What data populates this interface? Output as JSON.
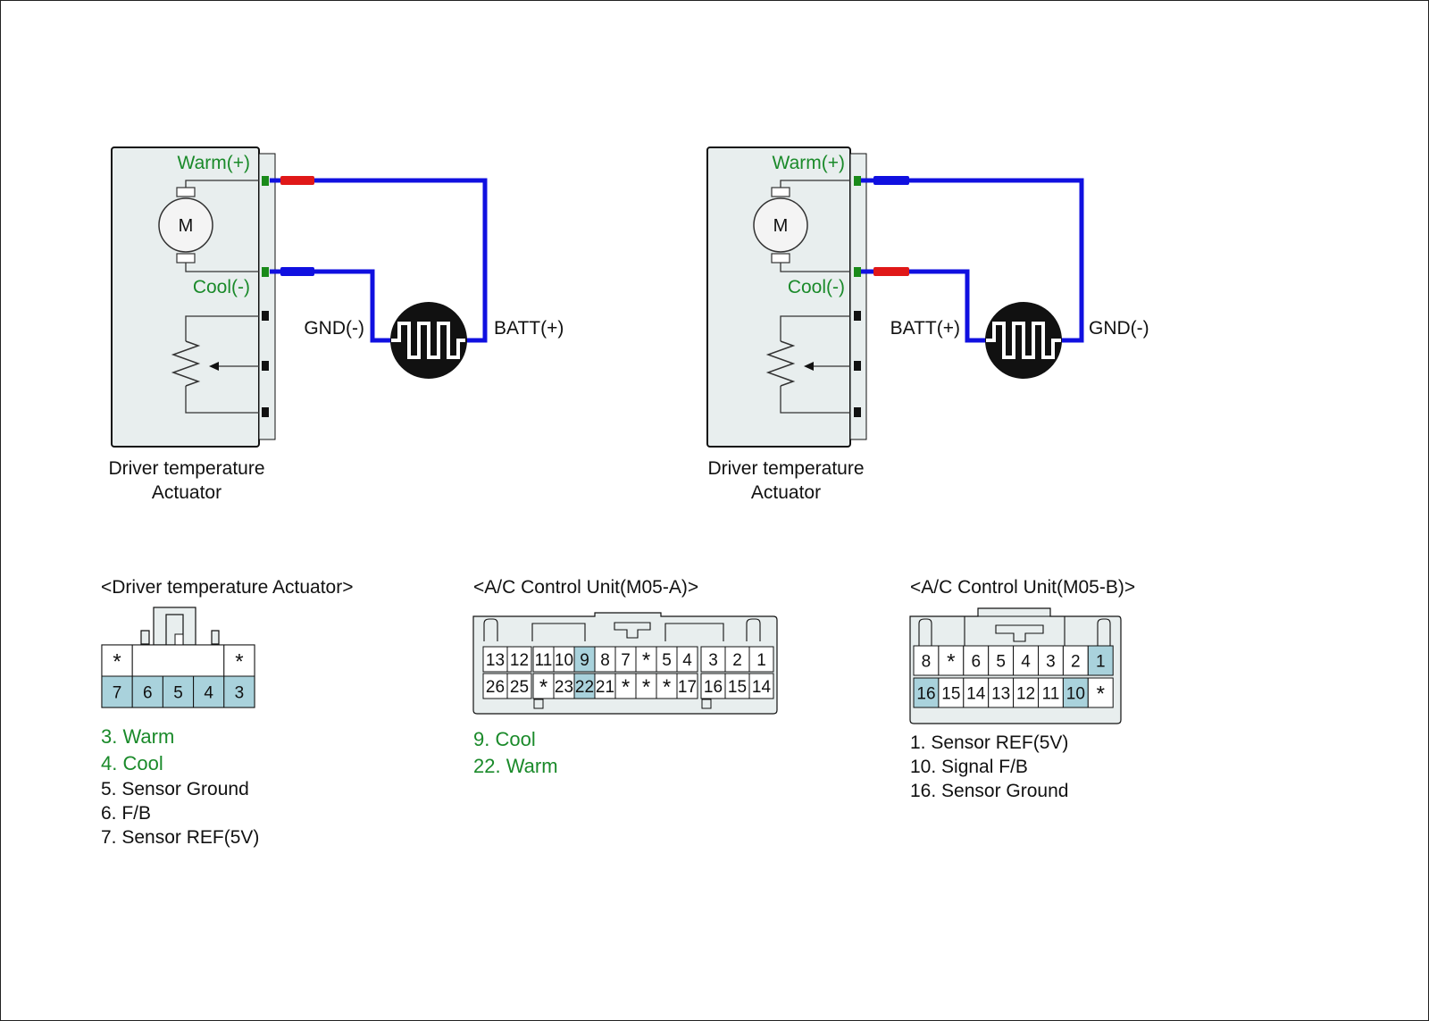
{
  "colors": {
    "wire": "#1010e0",
    "probe_red": "#e01818",
    "terminal_green": "#1a8a1a",
    "label_green": "#1a8a2a",
    "housing_fill": "#e8eeee",
    "pin_highlight": "#a9d2dc",
    "text": "#111111"
  },
  "circuits": [
    {
      "warm_label": "Warm(+)",
      "cool_label": "Cool(-)",
      "motor_label": "M",
      "left_supply_label": "GND(-)",
      "right_supply_label": "BATT(+)",
      "warm_probe_color": "red",
      "cool_probe_color": "blue",
      "caption_line1": "Driver temperature",
      "caption_line2": "Actuator"
    },
    {
      "warm_label": "Warm(+)",
      "cool_label": "Cool(-)",
      "motor_label": "M",
      "left_supply_label": "BATT(+)",
      "right_supply_label": "GND(-)",
      "warm_probe_color": "blue",
      "cool_probe_color": "red",
      "caption_line1": "Driver temperature",
      "caption_line2": "Actuator"
    }
  ],
  "connectors": {
    "actuator": {
      "title": "<Driver temperature Actuator>",
      "top_row": [
        "*",
        "",
        "*"
      ],
      "bottom_row": [
        "7",
        "6",
        "5",
        "4",
        "3"
      ],
      "highlighted": [
        "7",
        "6",
        "5",
        "4",
        "3"
      ],
      "legend": [
        {
          "text": "3. Warm",
          "color": "green"
        },
        {
          "text": "4. Cool",
          "color": "green"
        },
        {
          "text": "5. Sensor Ground",
          "color": "black"
        },
        {
          "text": "6. F/B",
          "color": "black"
        },
        {
          "text": "7. Sensor REF(5V)",
          "color": "black"
        }
      ]
    },
    "m05a": {
      "title": "<A/C Control Unit(M05-A)>",
      "top_row": [
        "13",
        "12",
        "11",
        "10",
        "9",
        "8",
        "7",
        "*",
        "5",
        "4",
        "3",
        "2",
        "1"
      ],
      "bottom_row": [
        "26",
        "25",
        "*",
        "23",
        "22",
        "21",
        "*",
        "*",
        "*",
        "17",
        "16",
        "15",
        "14"
      ],
      "highlighted": [
        "9",
        "22"
      ],
      "legend": [
        {
          "text": "9. Cool",
          "color": "green"
        },
        {
          "text": "22. Warm",
          "color": "green"
        }
      ]
    },
    "m05b": {
      "title": "<A/C Control Unit(M05-B)>",
      "top_row": [
        "8",
        "*",
        "6",
        "5",
        "4",
        "3",
        "2",
        "1"
      ],
      "bottom_row": [
        "16",
        "15",
        "14",
        "13",
        "12",
        "11",
        "10",
        "*"
      ],
      "highlighted": [
        "1",
        "16",
        "10"
      ],
      "legend": [
        {
          "text": "1. Sensor REF(5V)",
          "color": "black"
        },
        {
          "text": "10. Signal F/B",
          "color": "black"
        },
        {
          "text": "16. Sensor Ground",
          "color": "black"
        }
      ]
    }
  }
}
